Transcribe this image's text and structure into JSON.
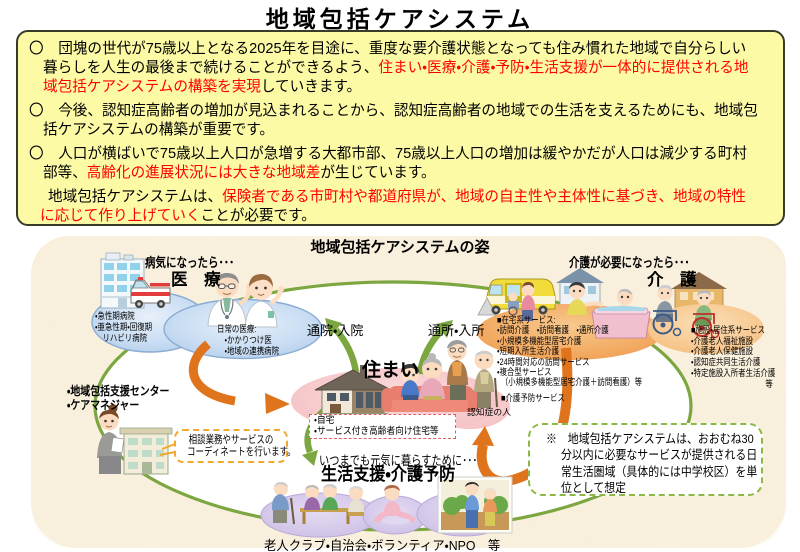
{
  "page": {
    "title": "地域包括ケアシステム"
  },
  "lead_box": {
    "paragraphs": [
      {
        "marker": "〇",
        "segments": [
          {
            "text": "団塊の世代が75歳以上となる2025年を目途に、重度な要介護状態となっても住み慣れた地域で自分らしい暮らしを人生の最後まで続けることができるよう、",
            "color": "black"
          },
          {
            "text": "住まい・医療・介護・予防・生活支援が一体的に提供される地域包括ケアシステムの構築を実現",
            "color": "red"
          },
          {
            "text": "していきます。",
            "color": "black"
          }
        ]
      },
      {
        "marker": "〇",
        "segments": [
          {
            "text": "今後、認知症高齢者の増加が見込まれることから、認知症高齢者の地域での生活を支えるためにも、地域包括ケアシステムの構築が重要です。",
            "color": "black"
          }
        ]
      },
      {
        "marker": "〇",
        "segments": [
          {
            "text": "人口が横ばいで75歳以上人口が急増する大都市部、75歳以上人口の増加は緩やかだが人口は減少する町村部等、",
            "color": "black"
          },
          {
            "text": "高齢化の進展状況には大きな地域差",
            "color": "red"
          },
          {
            "text": "が生じています。",
            "color": "black"
          }
        ]
      },
      {
        "marker": "",
        "segments": [
          {
            "text": "地域包括ケアシステムは、",
            "color": "black"
          },
          {
            "text": "保険者である市町村や都道府県が、地域の自主性や主体性に基づき、地域の特性に応じて作り上げていく",
            "color": "red"
          },
          {
            "text": "ことが必要です。",
            "color": "black"
          }
        ]
      }
    ]
  },
  "diagram": {
    "title": "地域包括ケアシステムの姿",
    "medical": {
      "trigger": "病気になったら･･･",
      "label": "医　療",
      "hospital_types": [
        "・急性期病院",
        "・亜急性期・回復期",
        "　リハビリ病院"
      ],
      "daily_medical": [
        "日常の医療:",
        "　・かかりつけ医",
        "　・地域の連携病院"
      ]
    },
    "flows": {
      "to_medical": "通院・入院",
      "to_care": "通所・入所"
    },
    "care": {
      "trigger": "介護が必要になったら･･･",
      "label": "介　護",
      "home_services": [
        "■在宅系サービス:",
        "・訪問介護　・訪問看護　・通所介護",
        "・小規模多機能型居宅介護",
        "・短期入所生活介護",
        "・24時間対応の訪問サービス",
        "・複合型サービス",
        "　（小規模多機能型居宅介護＋訪問看護）等"
      ],
      "prevention": "■介護予防サービス",
      "facility_services": [
        "■施設・居住系サービス",
        "・介護老人福祉施設",
        "・介護老人保健施設",
        "・認知症共同生活介護",
        "・特定施設入所者生活介護",
        "　　　　　　　　　　等"
      ]
    },
    "housing": {
      "label": "住まい",
      "types": [
        "・自宅",
        "・サービス付き高齢者向け住宅等"
      ],
      "dementia_label": "認知症の人"
    },
    "support": {
      "trigger": "いつまでも元気に暮らすために･･･",
      "label": "生活支援・介護予防",
      "providers": "老人クラブ・自治会・ボランティア・NPO　等"
    },
    "coordination": {
      "items": [
        "・地域包括支援センター",
        "・ケアマネジャー"
      ],
      "callout": [
        "相談業務やサービスの",
        "コーディネートを行います。"
      ]
    },
    "note_lines": [
      "※　地域包括ケアシステムは、おおむね30",
      "分以内に必要なサービスが提供される日",
      "常生活圏域（具体的には中学校区）を単",
      "位として想定"
    ]
  },
  "colors": {
    "lead_box_bg": "#fcfaa5",
    "panel_bg": "#f8efdb",
    "red_text": "#ff0000",
    "medical_ellipse": "#c6dbf2",
    "housing_ellipse": "#f5bfc2",
    "care_ellipse": "#f09c4e",
    "support_ellipse": "#cdc0e6",
    "loop_green": "#7ca63f",
    "arrow_orange": "#e0741c"
  }
}
